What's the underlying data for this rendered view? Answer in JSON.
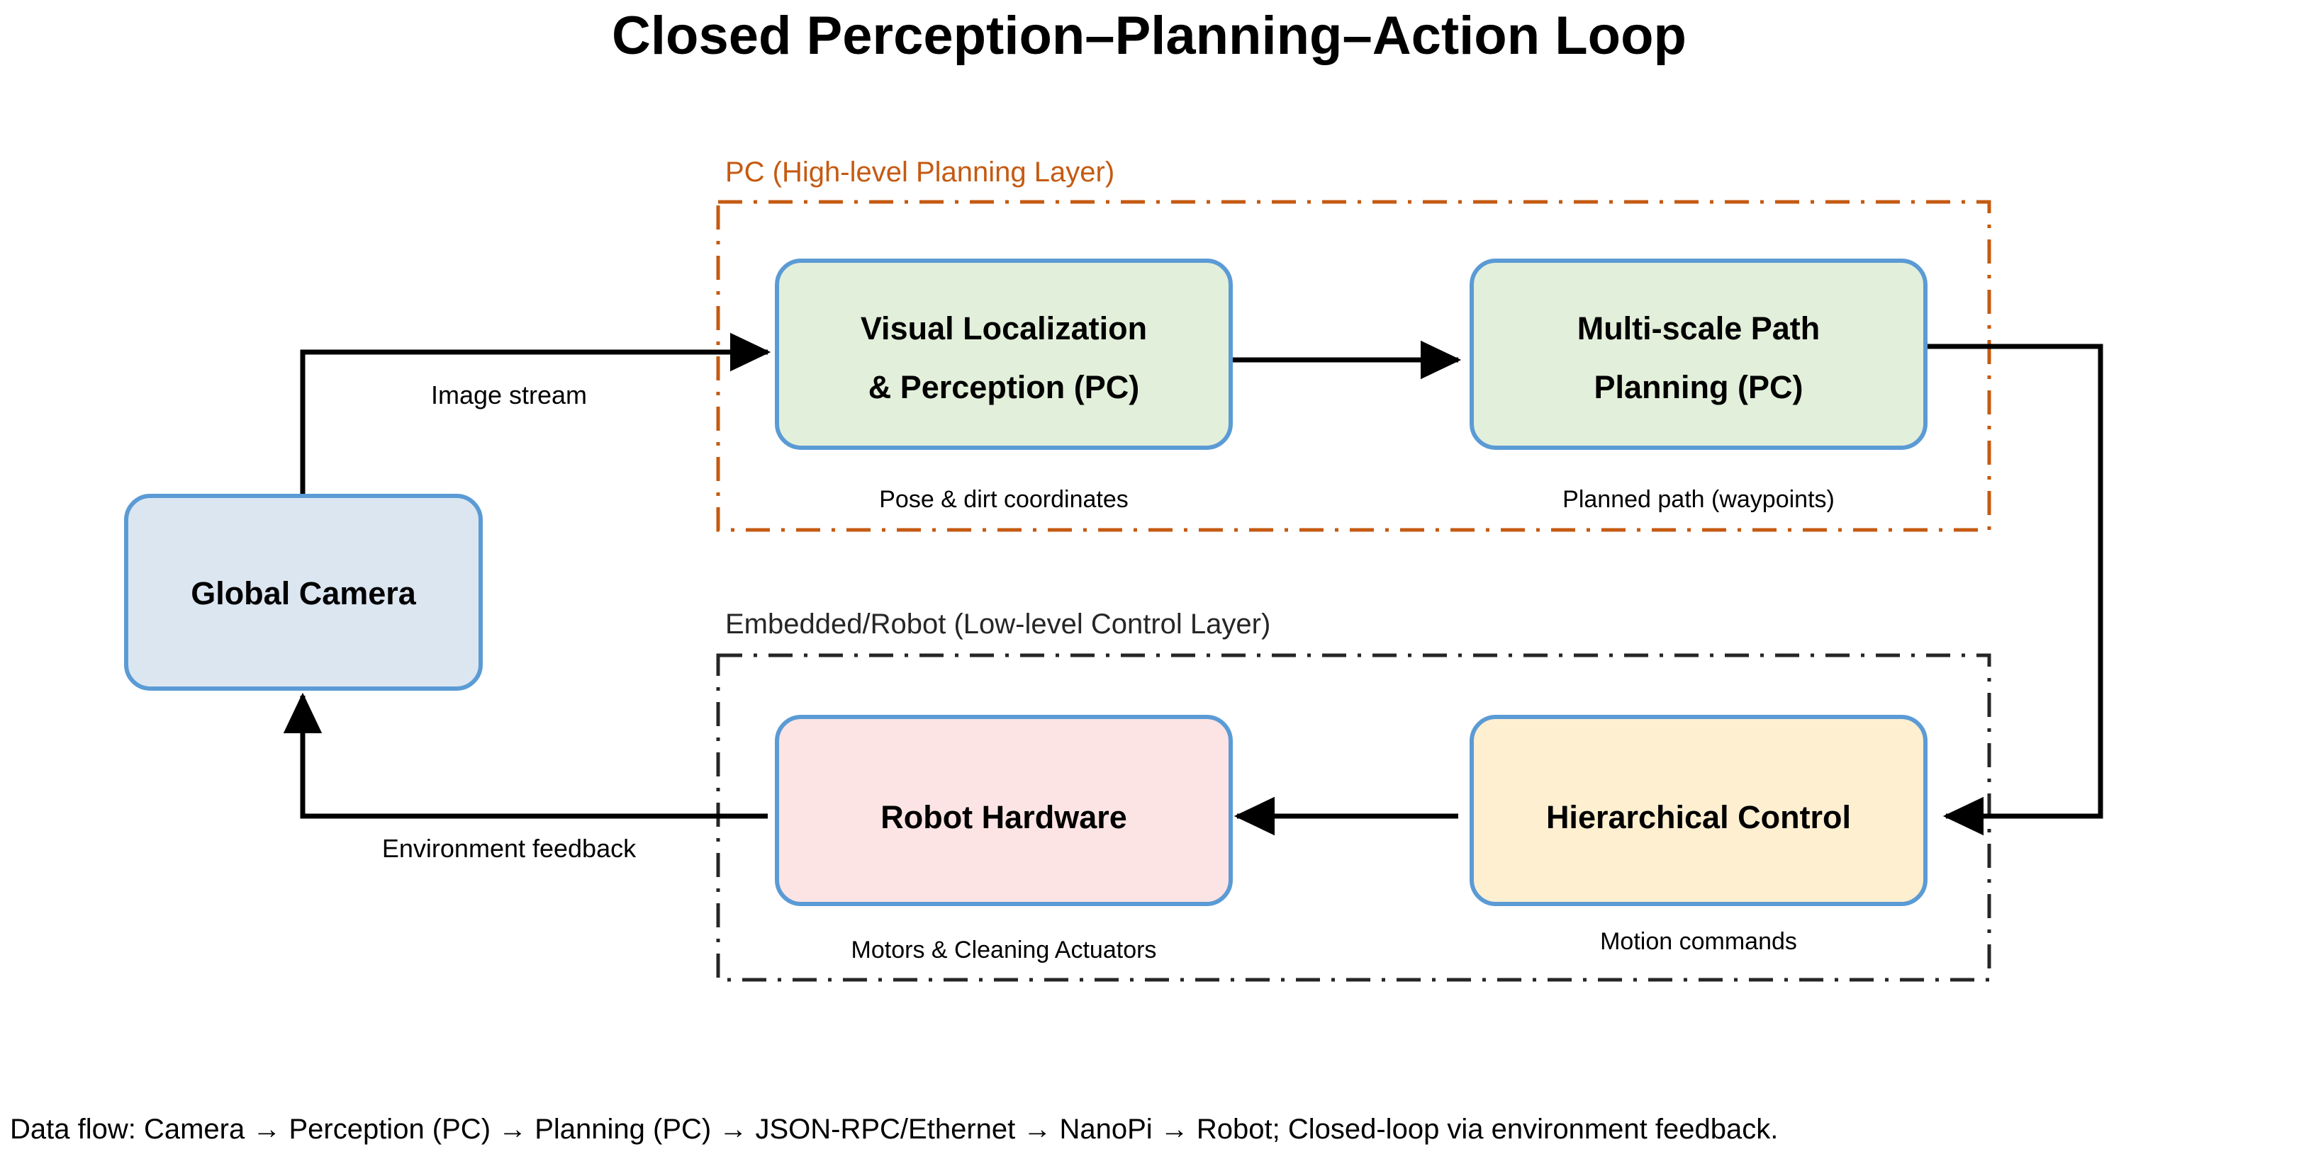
{
  "page": {
    "title": "Closed Perception–Planning–Action Loop",
    "footer": "Data flow: Camera → Perception (PC) → Planning (PC) → JSON-RPC/Ethernet → NanoPi → Robot; Closed-loop via environment feedback.",
    "background": "#FFFFFF"
  },
  "groups": {
    "pc": {
      "label": "PC (High-level Planning Layer)",
      "color": "#C55A11",
      "stroke_style": "dash-dot"
    },
    "embedded": {
      "label": "Embedded/Robot (Low-level Control Layer)",
      "color": "#262626",
      "stroke_style": "dash-dot"
    }
  },
  "nodes": {
    "camera": {
      "label": "Global Camera",
      "fill": "#DCE6F1",
      "border": "#5B9BD5"
    },
    "perception": {
      "line1": "Visual Localization",
      "line2": "& Perception (PC)",
      "fill": "#E2EFDA",
      "border": "#5B9BD5",
      "caption": "Pose & dirt coordinates"
    },
    "planning": {
      "line1": "Multi-scale Path",
      "line2": "Planning (PC)",
      "fill": "#E2EFDA",
      "border": "#5B9BD5",
      "caption": "Planned path (waypoints)"
    },
    "robot_hardware": {
      "label": "Robot Hardware",
      "fill": "#FCE4E4",
      "border": "#5B9BD5",
      "caption": "Motors & Cleaning Actuators"
    },
    "hierarchical_control": {
      "label": "Hierarchical  Control",
      "fill": "#FDEFD0",
      "border": "#5B9BD5",
      "caption": "Motion commands"
    }
  },
  "edges": {
    "image_stream": "Image stream",
    "environment_feedback": "Environment feedback"
  }
}
